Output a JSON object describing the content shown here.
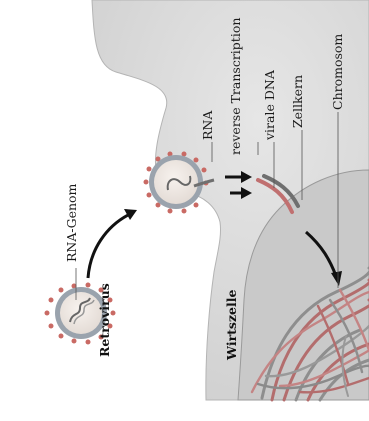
{
  "labels": {
    "rna_genome": "RNA-Genom",
    "retrovirus": "Retrovirus",
    "rna": "RNA",
    "reverse_transcription": "reverse Transcription",
    "viral_dna": "virale DNA",
    "nucleus": "Zellkern",
    "chromosome": "Chromosom",
    "host_cell": "Wirtszelle"
  },
  "colors": {
    "cell": "#dcdcdc",
    "cell_edge": "#a8a8a8",
    "nucleus": "#cfcfcf",
    "virus_core": "#efe8e4",
    "virus_ring": "#9aa3ad",
    "spike": "#c96a64",
    "chromatin_red": "#b86a6a",
    "chromatin_grey": "#8a8a8a"
  }
}
